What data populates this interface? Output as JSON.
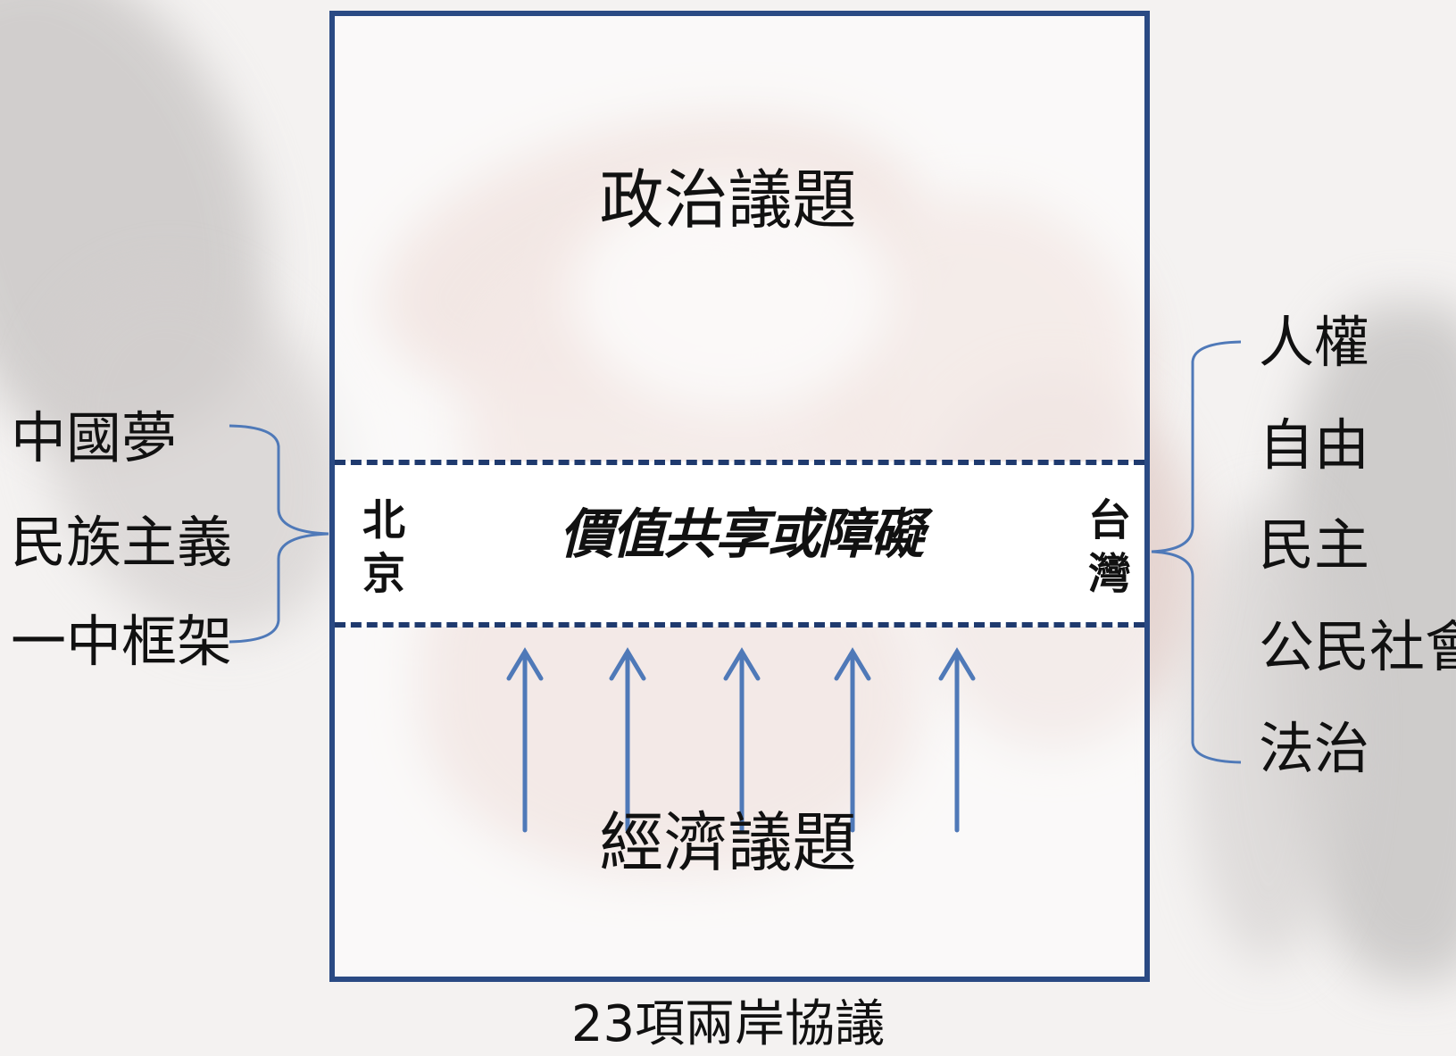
{
  "diagram": {
    "top_title": "政治議題",
    "bottom_title": "經濟議題",
    "band_label": "價值共享或障礙",
    "left_vertical": "北京",
    "right_vertical": "台灣",
    "caption": "23項兩岸協議",
    "left_items": [
      "中國夢",
      "民族主義",
      "一中框架"
    ],
    "right_items": [
      "人權",
      "自由",
      "民主",
      "公民社會",
      "法治"
    ],
    "arrow_count": 5
  },
  "colors": {
    "frame": "#2a4a84",
    "dashed_line": "#1f3a6e",
    "arrow": "#4f79b8",
    "bracket": "#4f79b8"
  }
}
